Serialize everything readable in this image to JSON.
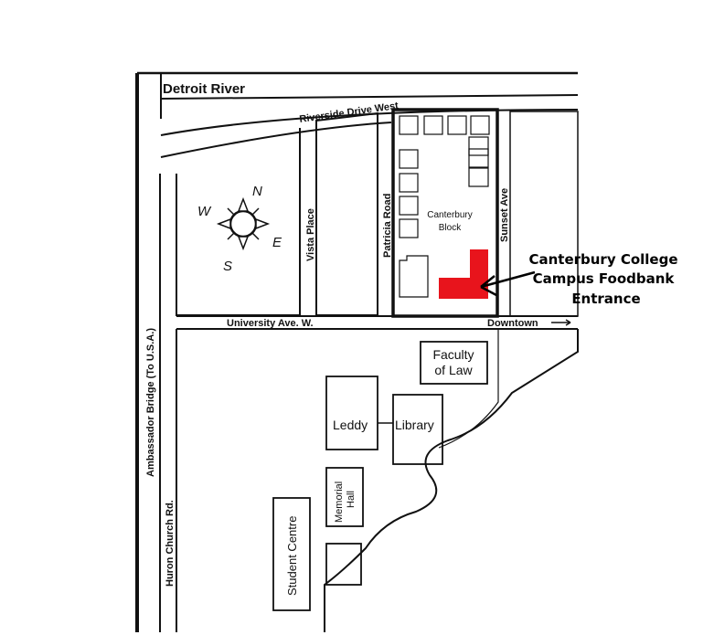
{
  "map": {
    "waterway": "Detroit River",
    "streets": {
      "riverside": "Riverside Drive West",
      "university": "University Ave. W.",
      "downtown": "Downtown",
      "vista": "Vista Place",
      "patricia": "Patricia Road",
      "sunset": "Sunset Ave",
      "ambassador": "Ambassador Bridge (To U.S.A.)",
      "huron": "Huron Church Rd."
    },
    "buildings": {
      "canterbury_block_line1": "Canterbury",
      "canterbury_block_line2": "Block",
      "faculty_line1": "Faculty",
      "faculty_line2": "of Law",
      "leddy": "Leddy",
      "library": "Library",
      "memorial_line1": "Memorial",
      "memorial_line2": "Hall",
      "student_centre": "Student Centre"
    },
    "compass": {
      "n": "N",
      "e": "E",
      "s": "S",
      "w": "W"
    },
    "callout": {
      "line1": "Canterbury College",
      "line2": "Campus Foodbank",
      "line3": "Entrance"
    },
    "colors": {
      "marker": "#e8141c",
      "ink": "#111111"
    }
  }
}
